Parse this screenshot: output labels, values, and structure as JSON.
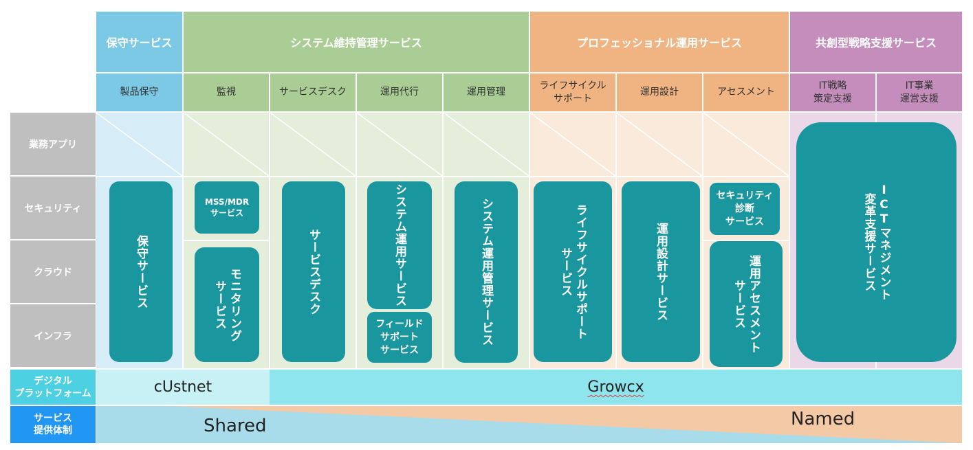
{
  "categories": [
    {
      "label": "保守サービス",
      "color": "#7cc9e6"
    },
    {
      "label": "システム維持管理サービス",
      "color": "#a9cd95"
    },
    {
      "label": "プロフェッショナル運用サービス",
      "color": "#f0b483"
    },
    {
      "label": "共創型戦略支援サービス",
      "color": "#c48dbc"
    }
  ],
  "subcategories": [
    "製品保守",
    "監視",
    "サービスデスク",
    "運用代行",
    "運用管理",
    "ライフサイクル\nサポート",
    "運用設計",
    "アセスメント",
    "IT戦略\n策定支援",
    "IT事業\n運営支援"
  ],
  "rows": [
    "業務アプリ",
    "セキュリティ",
    "クラウド",
    "インフラ"
  ],
  "services": {
    "hoshu": "保守サービス",
    "mss": "MSS/MDR\nサービス",
    "monitoring": "モニタリング\nサービス",
    "servicedesk": "サービスデスク",
    "sysops": "システム運用サービス",
    "field": "フィールド\nサポート\nサービス",
    "sysmgmt": "システム運用管理サービス",
    "lifecycle": "ライフサイクルサポート\nサービス",
    "design": "運用設計サービス",
    "secdiag": "セキュリティ\n診断\nサービス",
    "assessment": "運用アセスメント\nサービス",
    "ict": "ICTマネジメント\n変革支援サービス"
  },
  "platform": {
    "label": "デジタル\nプラットフォーム",
    "custnet": "cUstnet",
    "growcx": "Growcx"
  },
  "delivery": {
    "label": "サービス\n提供体制",
    "shared": "Shared",
    "named": "Named"
  }
}
